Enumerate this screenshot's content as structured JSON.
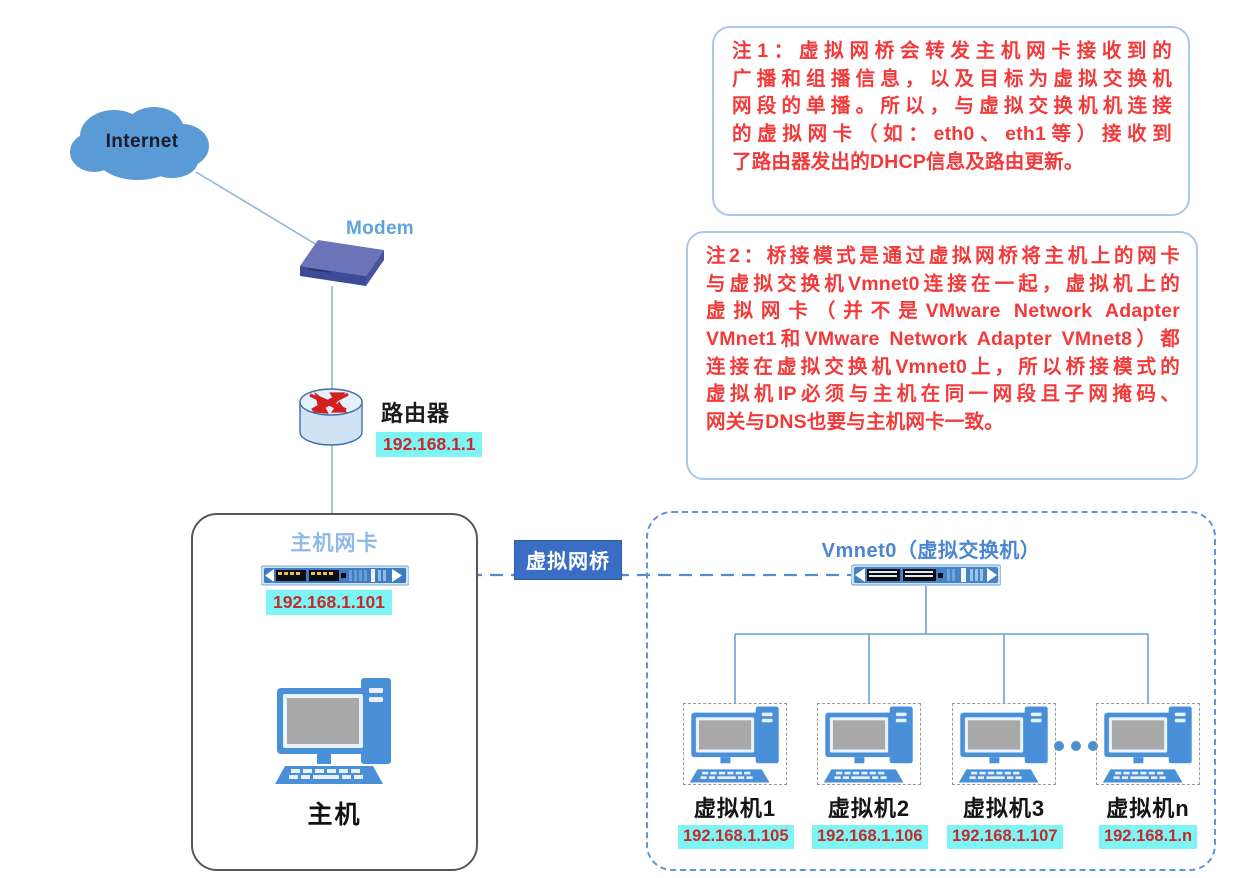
{
  "notes": [
    {
      "id": "note1",
      "lines": [
        "注1：虚拟网桥会转发主机网卡接收到的",
        "广播和组播信息，以及目标为虚拟交换机",
        "网段的单播。所以，与虚拟交换机机连接",
        "的虚拟网卡（如：eth0、eth1等）接收到",
        "了路由器发出的DHCP信息及路由更新。"
      ]
    },
    {
      "id": "note2",
      "lines": [
        "注2：桥接模式是通过虚拟网桥将主机上的网卡",
        "与虚拟交换机Vmnet0连接在一起，虚拟机上的",
        "虚拟网卡（并不是VMware Network Adapter",
        "VMnet1和VMware Network Adapter VMnet8）都",
        "连接在虚拟交换机Vmnet0上，所以桥接模式的",
        "虚拟机IP必须与主机在同一网段且子网掩码、",
        "网关与DNS也要与主机网卡一致。"
      ]
    }
  ],
  "topology": {
    "internet": {
      "label": "Internet"
    },
    "modem": {
      "label": "Modem"
    },
    "router": {
      "label": "路由器",
      "ip": "192.168.1.1"
    },
    "host_panel": {
      "nic_label": "主机网卡",
      "nic_ip": "192.168.1.101",
      "host_label": "主机"
    },
    "bridge": {
      "label": "虚拟网桥"
    },
    "vmnet": {
      "title": "Vmnet0（虚拟交换机）",
      "ellipsis": "•••",
      "vms": [
        {
          "name": "虚拟机1",
          "ip": "192.168.1.105"
        },
        {
          "name": "虚拟机2",
          "ip": "192.168.1.106"
        },
        {
          "name": "虚拟机3",
          "ip": "192.168.1.107"
        },
        {
          "name": "虚拟机n",
          "ip": "192.168.1.n"
        }
      ]
    }
  },
  "colors": {
    "cloud": "#5b9bd5",
    "note_text": "#f23a3a",
    "note_border": "#a8c8e8",
    "ip_highlight_bg": "#7ff4f4",
    "ip_text": "#c42b2b",
    "bridge_badge_bg": "#3a6ec4",
    "vmnet_border": "#5f96d8",
    "label_blue": "#4a86d4",
    "wire": "#7aa8d6",
    "pc_blue": "#4a90d9",
    "pc_screen": "#a8a8a8"
  },
  "icons": {
    "cloud": "cloud-icon",
    "modem": "modem-icon",
    "router": "router-icon",
    "nic": "network-switch-icon",
    "switch": "network-switch-icon",
    "desktop": "desktop-computer-icon",
    "ellipsis": "ellipsis-icon"
  }
}
